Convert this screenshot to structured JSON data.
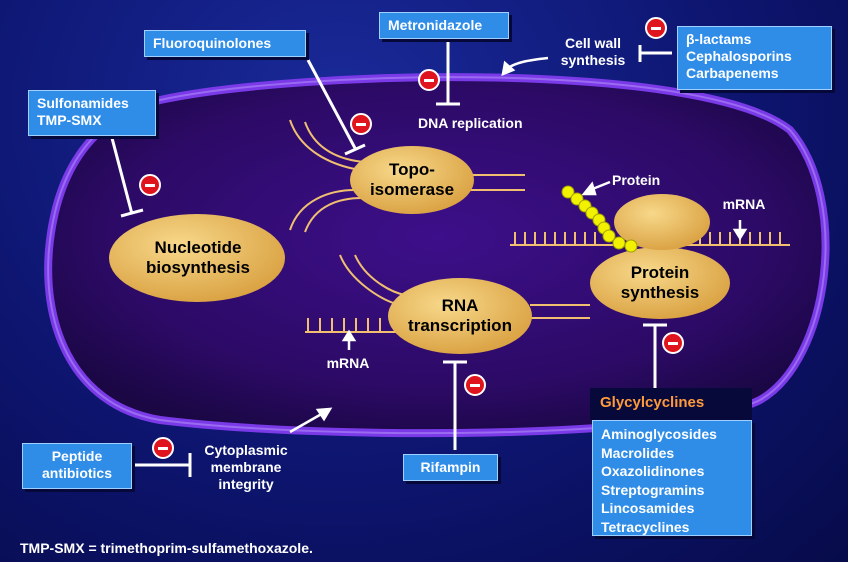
{
  "drugs": {
    "fluoroquinolones": "Fluoroquinolones",
    "metronidazole": "Metronidazole",
    "beta_lactams": "β-lactams\nCephalosporins\nCarbapenems",
    "sulfonamides": "Sulfonamides\nTMP-SMX",
    "peptide": "Peptide\nantibiotics",
    "rifampin": "Rifampin",
    "glycylcyclines": "Glycylcyclines",
    "protein_synthesis_inhibitors": "Aminoglycosides\nMacrolides\nOxazolidinones\nStreptogramins\nLincosamides\nTetracyclines"
  },
  "targets": {
    "cell_wall": "Cell wall\nsynthesis",
    "dna_replication": "DNA replication",
    "topoisomerase": "Topo-\nisomerase",
    "nucleotide": "Nucleotide\nbiosynthesis",
    "rna_transcription": "RNA\ntranscription",
    "protein_synthesis": "Protein\nsynthesis",
    "membrane": "Cytoplasmic\nmembrane\nintegrity"
  },
  "labels": {
    "protein": "Protein",
    "mrna_right": "mRNA",
    "mrna_left": "mRNA"
  },
  "footnote": "TMP-SMX = trimethoprim-sulfamethoxazole.",
  "colors": {
    "background": "#0d1570",
    "cell_fill": "#3a0f7a",
    "cell_border": "#7a3ae8",
    "target_oval": "#e8b858",
    "drug_box": "#2f8de8",
    "inhibit_badge": "#e0141c",
    "glycylcyclines_text": "#ff9a3c",
    "protein_beads": "#f2f200"
  },
  "icons": [
    "inhibition-minus-icon",
    "inhibition-bar-icon",
    "arrow-icon"
  ]
}
